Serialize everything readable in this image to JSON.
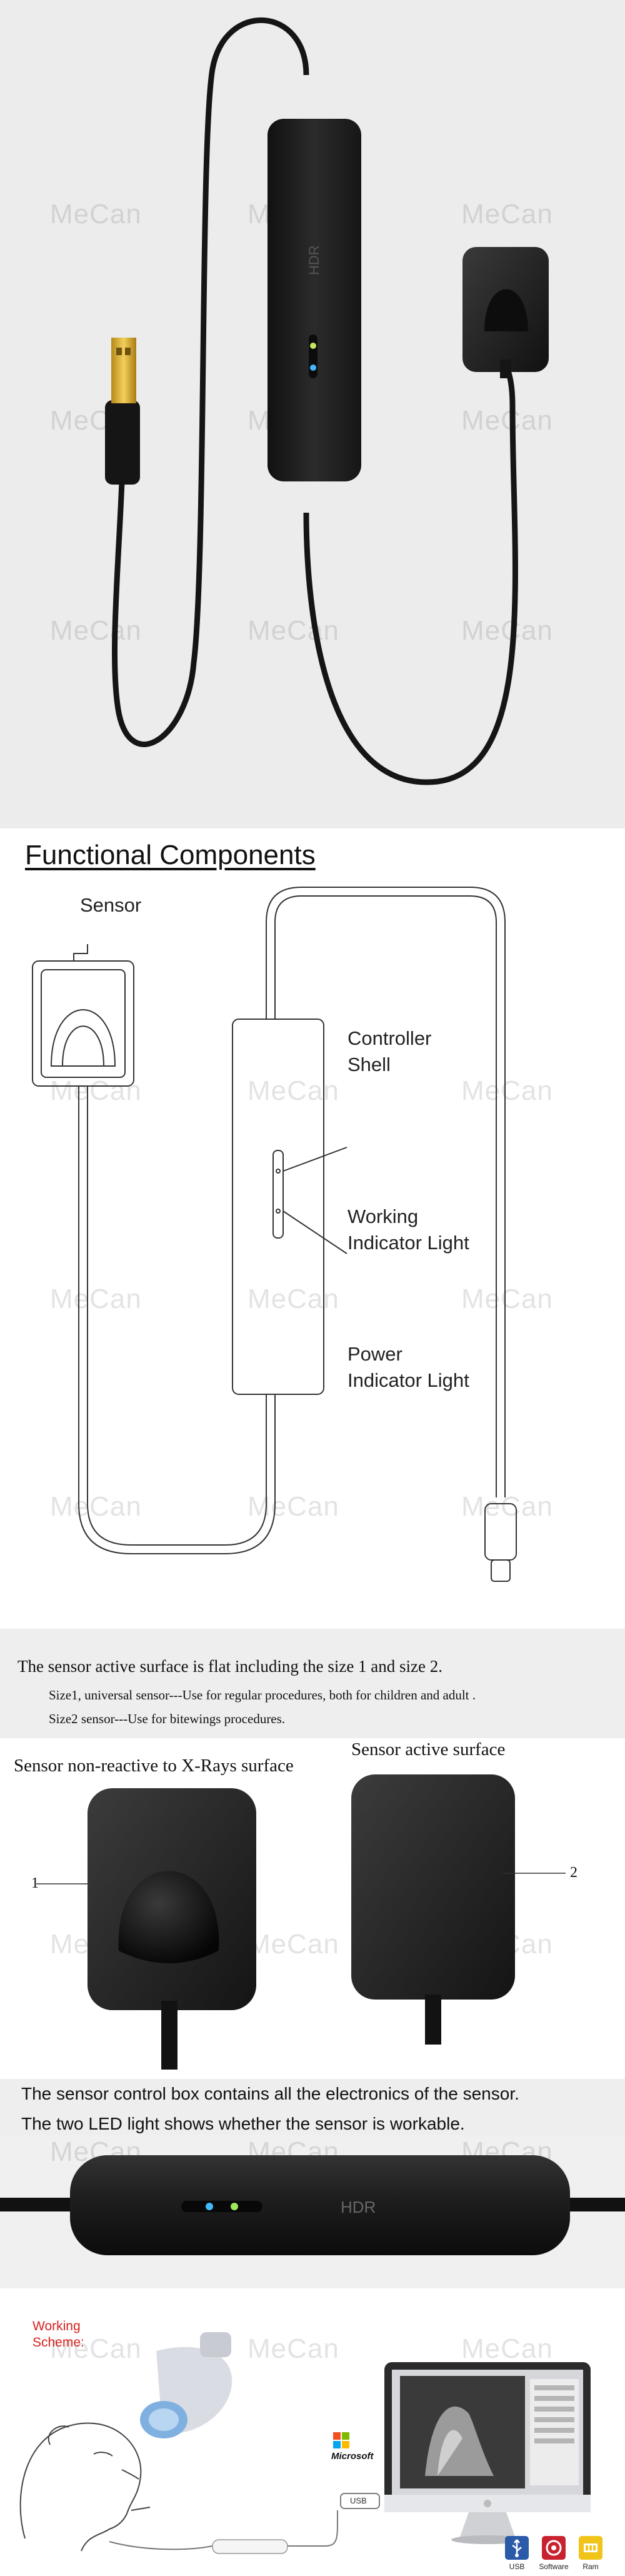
{
  "watermark": "MeCan",
  "functional_title": "Functional Components",
  "diagram": {
    "sensor_label": "Sensor",
    "controller_line1": "Controller",
    "controller_line2": "Shell",
    "working_line1": "Working",
    "working_line2": "Indicator Light",
    "power_line1": "Power",
    "power_line2": "Indicator Light"
  },
  "sensor_text": {
    "line1": "The sensor active surface is flat including the size 1 and size 2.",
    "line2": "Size1, universal sensor---Use for regular procedures, both for children and adult .",
    "line3": "Size2 sensor---Use for bitewings procedures."
  },
  "sensor_views": {
    "left_label": "Sensor non-reactive to X-Rays surface",
    "right_label": "Sensor active surface",
    "callout_1": "1",
    "callout_2": "2"
  },
  "control_text": {
    "line1": "The sensor control box contains all the electronics of the sensor.",
    "line2": "The two LED light shows whether the sensor is workable."
  },
  "control_box": {
    "hdr_label": "HDR"
  },
  "scheme": {
    "title_line1": "Working",
    "title_line2": "Scheme:",
    "microsoft_label": "Microsoft",
    "usb_label": "USB",
    "footer": [
      {
        "label": "USB",
        "color": "#2a5aa8"
      },
      {
        "label": "Software",
        "color": "#c8222f"
      },
      {
        "label": "Ram",
        "color": "#f1c419"
      }
    ]
  },
  "colors": {
    "scheme_title": "#d8201d",
    "led_green": "#9ce85a",
    "led_blue": "#43b8ff",
    "device_dark": "#1e1e1e"
  }
}
